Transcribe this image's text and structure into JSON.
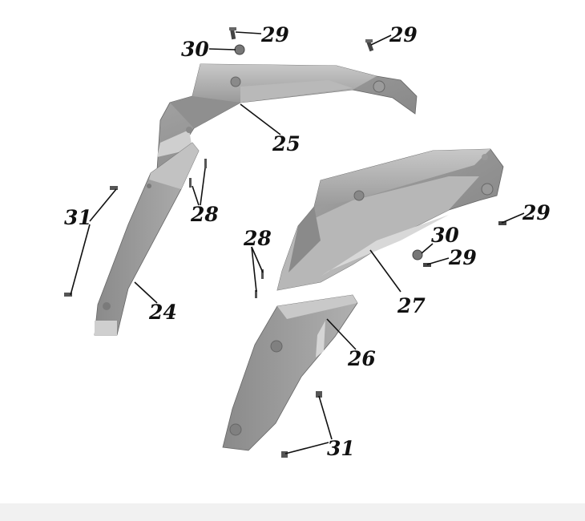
{
  "diagram": {
    "labels": {
      "bolt_top_left": "29",
      "bolt_top_right": "29",
      "washer_top": "30",
      "panel_upper": "25",
      "panel_left": "24",
      "screws_left": "28",
      "screws_mid": "28",
      "fasteners_left": "31",
      "panel_right_upper": "27",
      "panel_right_lower": "26",
      "washer_right": "30",
      "bolt_right_a": "29",
      "bolt_right_b": "29",
      "fasteners_bottom": "31"
    }
  }
}
